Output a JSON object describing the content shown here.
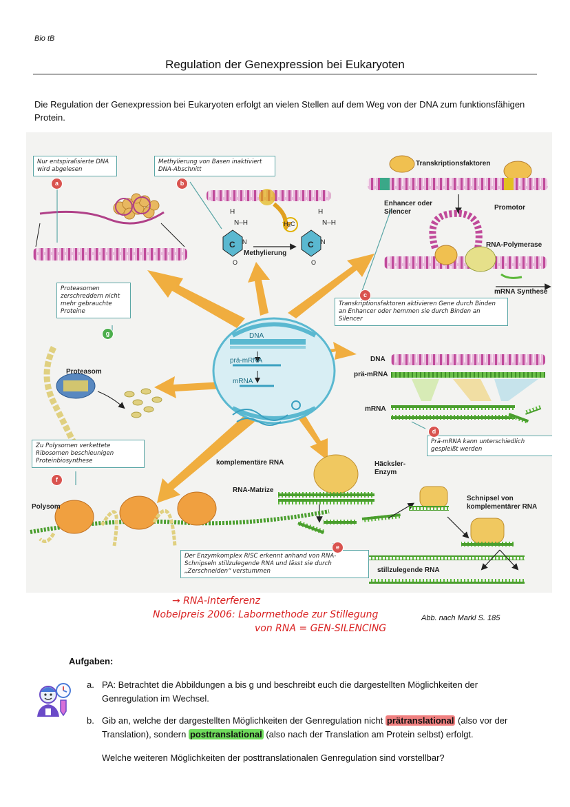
{
  "course": "Bio tB",
  "title": "Regulation der Genexpression bei Eukaryoten",
  "intro": "Die Regulation der Genexpression bei Eukaryoten erfolgt an vielen Stellen auf dem Weg von der DNA zum funktionsfähigen Protein.",
  "figure": {
    "notes": {
      "a": "Nur entspiralisierte DNA wird abgelesen",
      "b": "Methylierung von Basen inaktiviert DNA-Abschnitt",
      "c": "Transkriptionsfaktoren aktivieren Gene durch Binden an Enhancer oder hemmen sie durch Binden an Silencer",
      "d": "Prä-mRNA kann unterschiedlich gespleißt werden",
      "e": "Der Enzymkomplex RISC erkennt anhand von RNA-Schnipseln stillzulegende RNA und lässt sie durch „Zerschneiden“ verstummen",
      "f": "Zu Polysomen verkettete Ribosomen beschleunigen Proteinbiosynthese",
      "g": "Proteasomen zerschreddern nicht mehr gebrauchte Proteine"
    },
    "markers": [
      "a",
      "b",
      "c",
      "d",
      "e",
      "f",
      "g"
    ],
    "labels": {
      "transkriptionsfaktoren": "Transkriptionsfaktoren",
      "enhancer": "Enhancer oder Silencer",
      "promotor": "Promotor",
      "rna_polymerase": "RNA-Polymerase",
      "mrna_synthese": "mRNA Synthese",
      "h": "H",
      "nh": "N–H",
      "h3c": "H₃C",
      "c": "C",
      "n": "N",
      "o": "O",
      "methylierung": "Methylierung",
      "dna": "DNA",
      "pre_mrna": "prä-mRNA",
      "mrna": "mRNA",
      "proteasom": "Proteasom",
      "komplementaere_rna": "komplementäre RNA",
      "haecksler": "Häcksler-Enzym",
      "rna_matrize": "RNA-Matrize",
      "schnipsel": "Schnipsel von komplementärer RNA",
      "polysom": "Polysom",
      "stillzulegende_rna": "stillzulegende RNA"
    }
  },
  "handwritten": {
    "line1": "→ RNA-Interferenz",
    "line2": "Nobelpreis 2006: Labormethode zur Stillegung",
    "line3": "von RNA = GEN-SILENCING"
  },
  "source": "Abb. nach Markl S. 185",
  "tasks": {
    "heading": "Aufgaben:",
    "a_letter": "a.",
    "a_text": "PA: Betrachtet die Abbildungen a bis g und beschreibt euch die dargestellten Möglichkeiten der Genregulation im Wechsel.",
    "b_letter": "b.",
    "b_part1": "Gib an, welche der dargestellten Möglichkeiten der Genregulation nicht ",
    "b_hl1": "prätranslational",
    "b_part2": " (also vor der Translation), sondern ",
    "b_hl2": "posttranslational",
    "b_part3": " (also nach der Translation am Protein selbst) erfolgt.",
    "b_question": "Welche weiteren Möglichkeiten der posttranslationalen Genregulation sind vorstellbar?"
  },
  "colors": {
    "arrow": "#f0a830",
    "dna": "#c04a9a",
    "rna": "#5cb83a",
    "cell": "#5ab8d0",
    "marker_red": "#d9534f",
    "marker_green": "#4cae4c",
    "handwriting": "#d92222"
  }
}
